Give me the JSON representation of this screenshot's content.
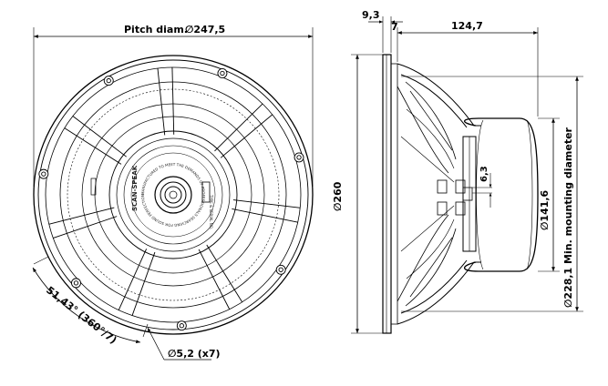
{
  "front_view": {
    "pitch_label": "Pitch diam.",
    "pitch_value": "∅247,5",
    "angle_label": "51,43° (360°/7)",
    "hole_label": "∅5,2 (x7)"
  },
  "side_view": {
    "dim_flange": "9,3",
    "dim_gap": "7",
    "dim_depth": "124,7",
    "dim_outer": "∅260",
    "dim_vent": "6,3",
    "dim_magnet": "∅141,6",
    "dim_mount": "∅228,1 Min. mounting diameter"
  },
  "dustcap_text": {
    "ring": "MANUFACTURED TO MEET THE DEMANDS OF PROFESSIONALS SEARCHING FOR SOUND PERFECTION",
    "type_serial": "TYPE & SERIAL NO.",
    "brand": "SCAN-SPEAK"
  }
}
